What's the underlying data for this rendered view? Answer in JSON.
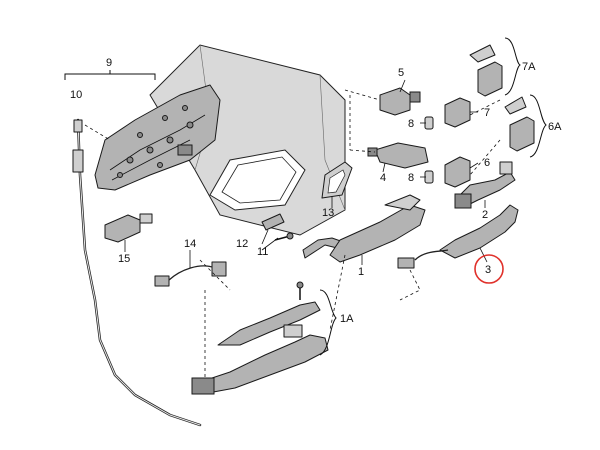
{
  "labels": {
    "l1": "1",
    "l1A": "1A",
    "l2": "2",
    "l3": "3",
    "l4": "4",
    "l5": "5",
    "l6": "6",
    "l6A": "6A",
    "l7": "7",
    "l7A": "7A",
    "l8a": "8",
    "l8b": "8",
    "l9": "9",
    "l10": "10",
    "l11": "11",
    "l12": "12",
    "l13": "13",
    "l14": "14",
    "l15": "15"
  },
  "highlight": {
    "label": "3",
    "color": "#e0312b"
  }
}
